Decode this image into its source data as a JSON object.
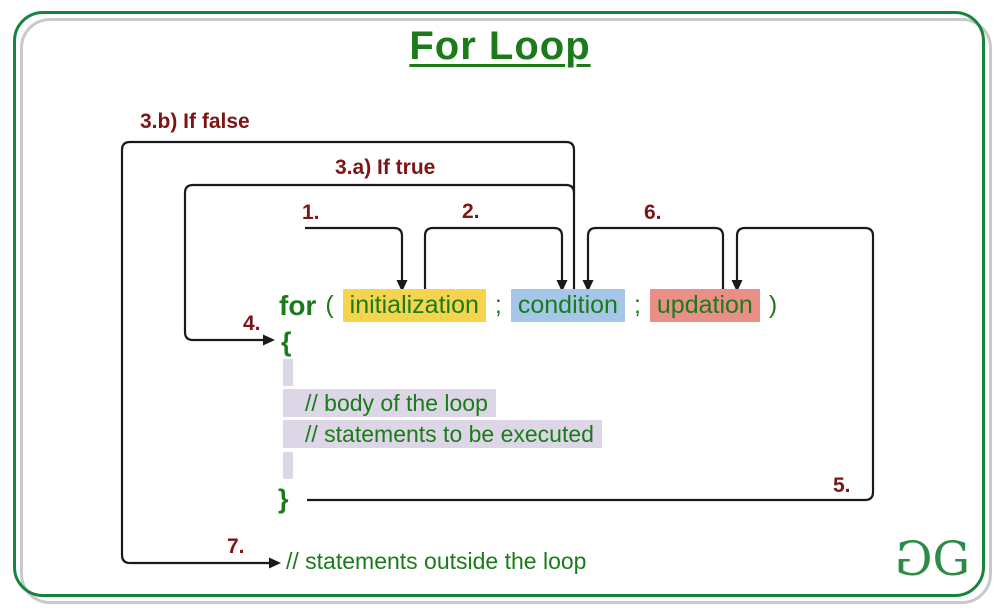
{
  "title": "For Loop",
  "flow_labels": {
    "if_false": "3.b) If false",
    "if_true": "3.a) If true",
    "step1": "1.",
    "step2": "2.",
    "step4": "4.",
    "step5": "5.",
    "step6": "6.",
    "step7": "7."
  },
  "code": {
    "keyword": "for",
    "paren_open": "(",
    "initialization": "initialization",
    "separator1": ";",
    "condition": "condition",
    "separator2": ";",
    "updation": "updation",
    "paren_close": ")",
    "brace_open": "{",
    "body_lines": [
      "// body of the loop",
      "// statements to be executed"
    ],
    "brace_close": "}",
    "outside_comment": "// statements outside the loop"
  },
  "logo": {
    "left_glyph": "G",
    "right_glyph": "G"
  },
  "colors": {
    "text_green": "#1B7B1B",
    "label_maroon": "#7D1517",
    "line_black": "#1A1A1A",
    "initialization_bg": "#F6D44D",
    "condition_bg": "#A6C6E9",
    "updation_bg": "#EA8F87",
    "body_bg": "#DDD6E6",
    "border_green": "#17843E",
    "border_gray": "#C9C9C9",
    "logo_green": "#2E8B47"
  }
}
